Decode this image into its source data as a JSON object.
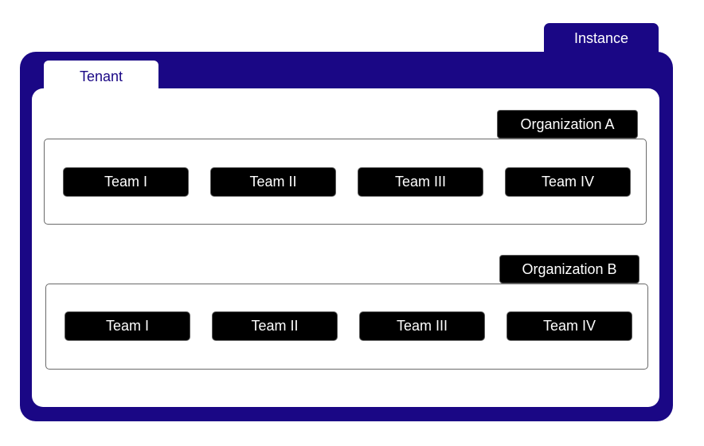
{
  "instance": {
    "label": "Instance"
  },
  "tenant": {
    "label": "Tenant"
  },
  "organizations": [
    {
      "label": "Organization A",
      "teams": [
        "Team I",
        "Team II",
        "Team III",
        "Team IV"
      ]
    },
    {
      "label": "Organization B",
      "teams": [
        "Team I",
        "Team II",
        "Team III",
        "Team IV"
      ]
    }
  ],
  "colors": {
    "instance": "#1a0785",
    "tenant_text": "#1a0785",
    "team_fill": "#000000",
    "label_text": "#ffffff"
  }
}
